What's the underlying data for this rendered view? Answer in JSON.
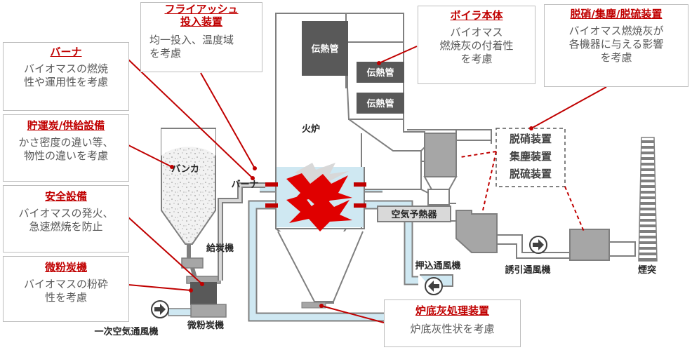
{
  "colors": {
    "accent_red": "#c00000",
    "equipment_gray": "#a6a6a6",
    "dark_gray": "#595959",
    "air_duct_blue": "#cfe8f2"
  },
  "callouts": {
    "fly_ash": {
      "title_line1": "フライアッシュ",
      "title_line2": "投入装置",
      "body_line1": "均一投入、温度域",
      "body_line2": "を考慮"
    },
    "burner": {
      "title": "バーナ",
      "body_line1": "バイオマスの燃焼",
      "body_line2": "性や運用性を考慮"
    },
    "storage": {
      "title": "貯運炭/供給設備",
      "body_line1": "かさ密度の違い等、",
      "body_line2": "物性の違いを考慮"
    },
    "safety": {
      "title": "安全設備",
      "body_line1": "バイオマスの発火、",
      "body_line2": "急速燃焼を防止"
    },
    "pulverizer": {
      "title": "微粉炭機",
      "body_line1": "バイオマスの粉砕",
      "body_line2": "性を考慮"
    },
    "boiler": {
      "title": "ボイラ本体",
      "body_line1": "バイオマス",
      "body_line2": "燃焼灰の付着性",
      "body_line3": "を考慮"
    },
    "denitration": {
      "title": "脱硝/集塵/脱硫装置",
      "body_line1": "バイオマス燃焼灰が",
      "body_line2": "各機器に与える影響",
      "body_line3": "を考慮"
    },
    "bottom_ash": {
      "title": "炉底灰処理装置",
      "body": "炉底灰性状を考慮"
    }
  },
  "labels": {
    "heat_tube_1": "伝熱管",
    "heat_tube_2": "伝熱管",
    "heat_tube_3": "伝熱管",
    "furnace": "火炉",
    "bunker": "バンカ",
    "burner": "バーナ",
    "coal_feeder": "給炭機",
    "pulverizer": "微粉炭機",
    "primary_air_fan": "一次空気通風機",
    "air_preheater": "空気予熱器",
    "forced_draft_fan": "押込通風機",
    "induced_draft_fan": "誘引通風機",
    "stack": "煙突",
    "env_line1": "脱硝装置",
    "env_line2": "集塵装置",
    "env_line3": "脱硫装置"
  }
}
